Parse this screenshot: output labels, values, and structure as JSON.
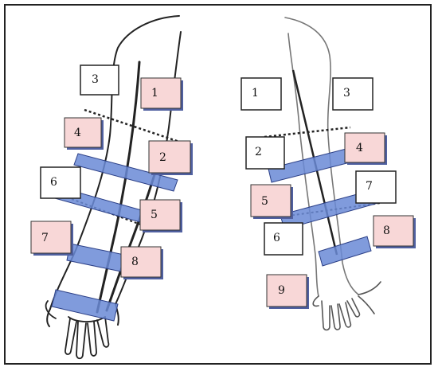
{
  "colors": {
    "pink": "#f8d7d7",
    "blue": "#5b7fd0",
    "outline": "#2a2a2a"
  },
  "left_arm": {
    "labels": [
      "3",
      "1",
      "4",
      "2",
      "6",
      "5",
      "7",
      "8"
    ]
  },
  "right_arm": {
    "labels": [
      "1",
      "3",
      "2",
      "4",
      "5",
      "7",
      "6",
      "8",
      "9"
    ]
  }
}
